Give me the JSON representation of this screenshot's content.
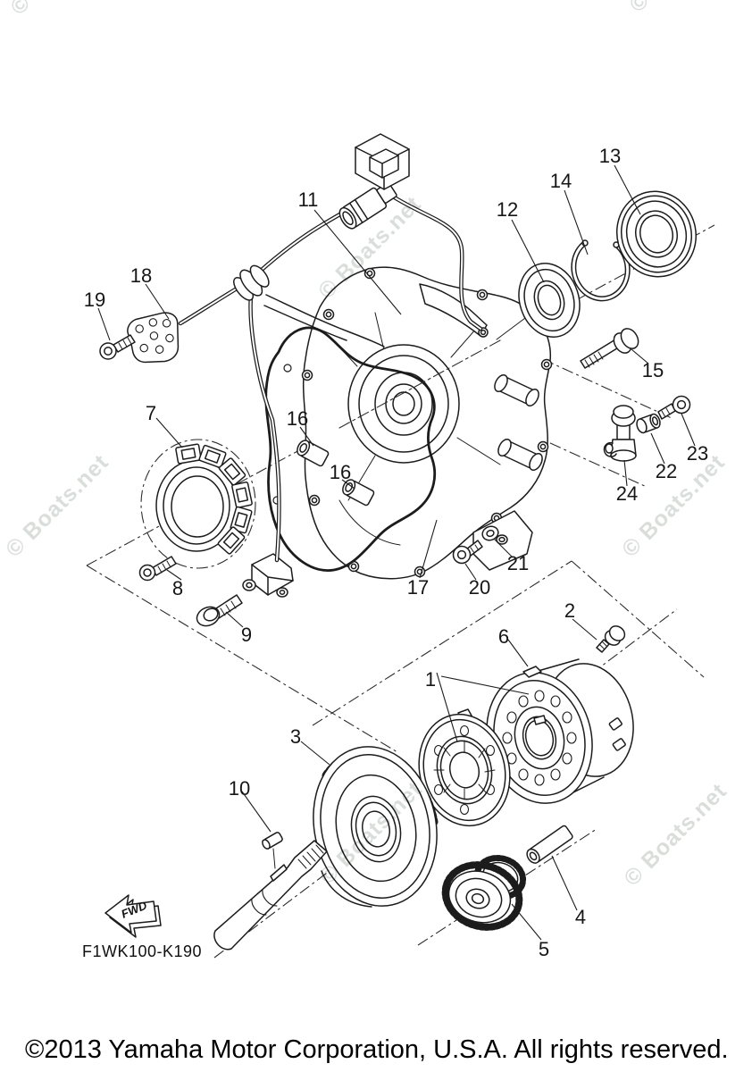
{
  "diagram": {
    "code": "F1WK100-K190",
    "fwd_label": "FWD",
    "copyright": "©2013 Yamaha Motor Corporation, U.S.A. All rights reserved.",
    "watermark_text": "© Boats.net",
    "watermark_color": "#d2d8d5",
    "callouts": [
      "1",
      "2",
      "3",
      "4",
      "5",
      "6",
      "7",
      "8",
      "9",
      "10",
      "11",
      "12",
      "13",
      "14",
      "15",
      "16",
      "16",
      "17",
      "18",
      "19",
      "20",
      "21",
      "22",
      "23",
      "24"
    ]
  }
}
